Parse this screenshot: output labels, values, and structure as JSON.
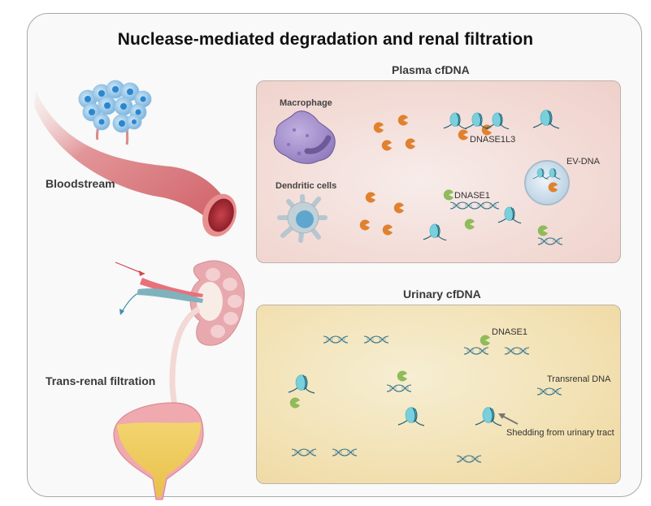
{
  "title": "Nuclease-mediated degradation and renal filtration",
  "left_labels": {
    "bloodstream": "Bloodstream",
    "trans_renal": "Trans-renal filtration"
  },
  "plasma": {
    "title": "Plasma cfDNA",
    "macrophage": "Macrophage",
    "dendritic": "Dendritic cells",
    "dnase1l3": "DNASE1L3",
    "dnase1": "DNASE1",
    "ev_dna": "EV-DNA"
  },
  "urinary": {
    "title": "Urinary cfDNA",
    "dnase1": "DNASE1",
    "transrenal": "Transrenal DNA",
    "shedding": "Shedding from urinary tract"
  },
  "colors": {
    "dnase1l3_enzyme": "#e0812e",
    "dnase1_enzyme": "#8fbb5a",
    "nucleosome": "#6ec6d4",
    "dna_strand": "#2b6f83",
    "plasma_bg": "#f3dcd7",
    "urine_bg": "#f2e1b3",
    "vessel": "#d9747a",
    "macrophage": "#9b86c4",
    "dendritic": "#b9c9d3"
  }
}
